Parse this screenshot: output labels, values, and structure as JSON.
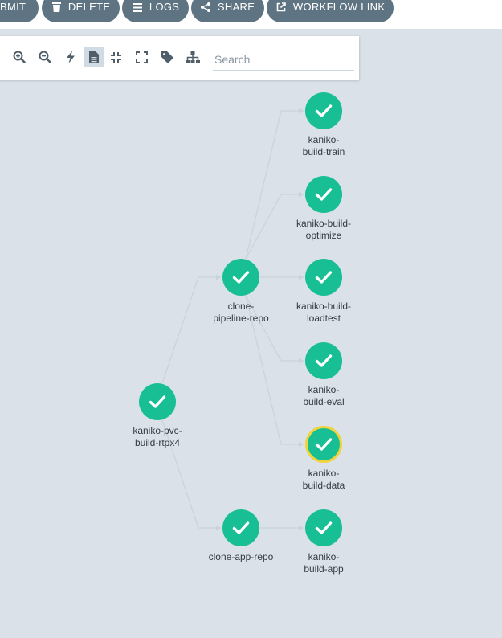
{
  "header": {
    "buttons": [
      {
        "label": "BMIT",
        "icon": "none"
      },
      {
        "label": "DELETE",
        "icon": "trash-icon"
      },
      {
        "label": "LOGS",
        "icon": "list-icon"
      },
      {
        "label": "SHARE",
        "icon": "share-icon"
      },
      {
        "label": "WORKFLOW LINK",
        "icon": "external-link-icon"
      }
    ]
  },
  "toolbar": {
    "tools": [
      "zoom-in-icon",
      "zoom-out-icon",
      "lightning-icon",
      "document-icon",
      "compress-icon",
      "expand-icon",
      "tag-icon",
      "sitemap-icon"
    ],
    "active_tool": "document-icon",
    "search_placeholder": "Search",
    "search_value": ""
  },
  "graph": {
    "nodes": [
      {
        "id": "root",
        "line1": "kaniko-pvc-",
        "line2": "build-rtpx4",
        "status": "succeeded",
        "selected": false
      },
      {
        "id": "clone-pipeline",
        "line1": "clone-",
        "line2": "pipeline-repo",
        "status": "succeeded",
        "selected": false
      },
      {
        "id": "clone-app",
        "line1": "clone-app-repo",
        "line2": "",
        "status": "succeeded",
        "selected": false
      },
      {
        "id": "build-train",
        "line1": "kaniko-",
        "line2": "build-train",
        "status": "succeeded",
        "selected": false
      },
      {
        "id": "build-optimize",
        "line1": "kaniko-build-",
        "line2": "optimize",
        "status": "succeeded",
        "selected": false
      },
      {
        "id": "build-loadtest",
        "line1": "kaniko-build-",
        "line2": "loadtest",
        "status": "succeeded",
        "selected": false
      },
      {
        "id": "build-eval",
        "line1": "kaniko-",
        "line2": "build-eval",
        "status": "succeeded",
        "selected": false
      },
      {
        "id": "build-data",
        "line1": "kaniko-",
        "line2": "build-data",
        "status": "succeeded",
        "selected": true
      },
      {
        "id": "build-app",
        "line1": "kaniko-",
        "line2": "build-app",
        "status": "succeeded",
        "selected": false
      }
    ],
    "edges": [
      [
        "root",
        "clone-pipeline"
      ],
      [
        "root",
        "clone-app"
      ],
      [
        "clone-pipeline",
        "build-train"
      ],
      [
        "clone-pipeline",
        "build-optimize"
      ],
      [
        "clone-pipeline",
        "build-loadtest"
      ],
      [
        "clone-pipeline",
        "build-eval"
      ],
      [
        "clone-pipeline",
        "build-data"
      ],
      [
        "clone-app",
        "build-app"
      ]
    ],
    "colors": {
      "succeeded": "#18be94",
      "selected_border": "#f2d43a",
      "edge": "#c9d3db"
    }
  }
}
